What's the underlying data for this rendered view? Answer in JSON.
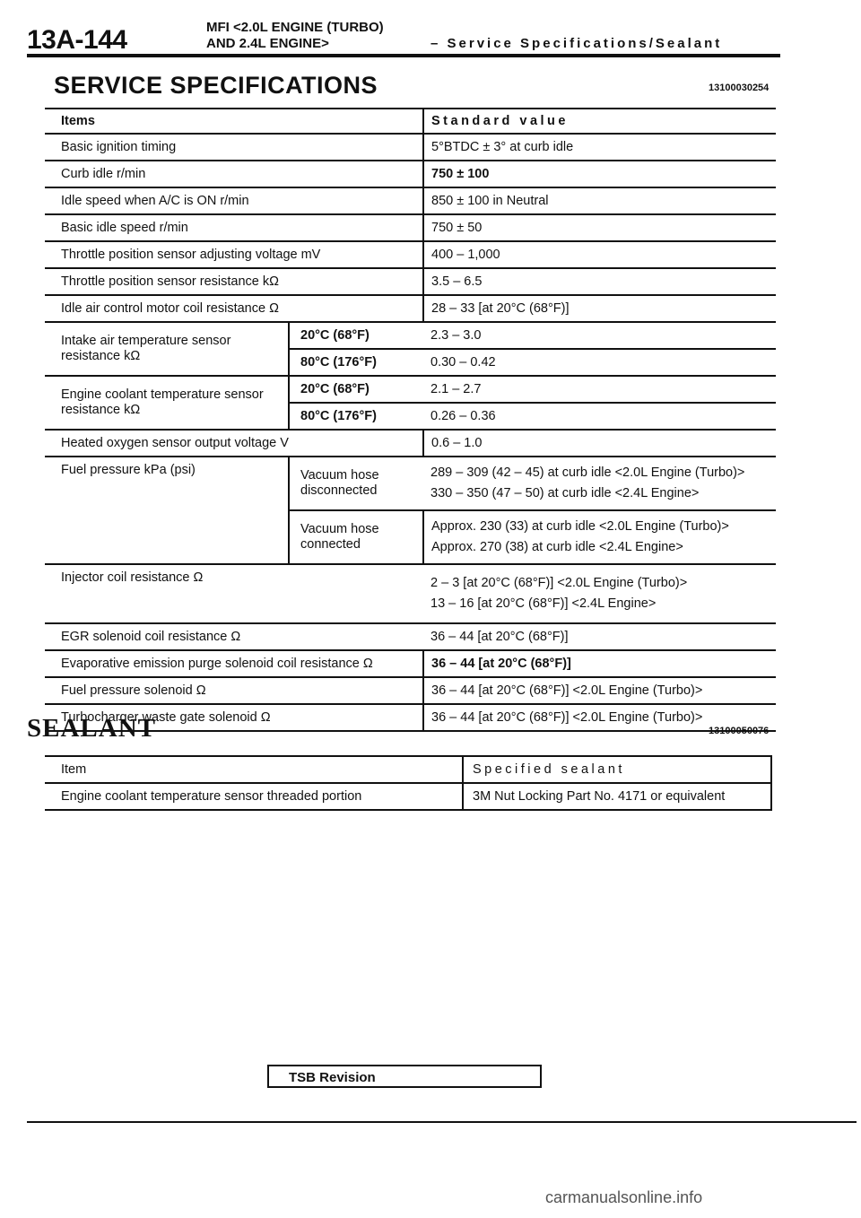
{
  "header": {
    "page_number": "13A-144",
    "line1": "MFI <2.0L ENGINE (TURBO)",
    "line2": "AND 2.4L ENGINE>",
    "section": "– Service Specifications/Sealant"
  },
  "specs": {
    "title": "SERVICE SPECIFICATIONS",
    "code": "13100030254",
    "col_items": "Items",
    "col_value": "Standard value",
    "rows": [
      {
        "item": "Basic ignition timing",
        "value": "5°BTDC ± 3° at curb idle"
      },
      {
        "item": "Curb idle r/min",
        "value": "750 ± 100"
      },
      {
        "item": "Idle speed when A/C is ON r/min",
        "value": "850 ± 100 in Neutral"
      },
      {
        "item": "Basic idle speed r/min",
        "value": "750 ± 50"
      },
      {
        "item": "Throttle position sensor adjusting voltage mV",
        "value": "400 – 1,000"
      },
      {
        "item": "Throttle position sensor resistance kΩ",
        "value": "3.5 – 6.5"
      },
      {
        "item": "Idle air control motor coil resistance Ω",
        "value": "28 – 33 [at 20°C (68°F)]"
      }
    ],
    "intake": {
      "item": "Intake air temperature sensor resistance kΩ",
      "cond1": "20°C (68°F)",
      "val1": "2.3 – 3.0",
      "cond2": "80°C (176°F)",
      "val2": "0.30 – 0.42"
    },
    "coolant": {
      "item": "Engine coolant temperature sensor resistance kΩ",
      "cond1": "20°C (68°F)",
      "val1": "2.1 – 2.7",
      "cond2": "80°C (176°F)",
      "val2": "0.26 – 0.36"
    },
    "oxygen": {
      "item": "Heated oxygen sensor output voltage V",
      "value": "0.6 – 1.0"
    },
    "fuel": {
      "item": "Fuel pressure kPa (psi)",
      "cond1": "Vacuum hose disconnected",
      "val1a": "289 – 309 (42 – 45) at curb idle <2.0L Engine (Turbo)>",
      "val1b": "330 – 350 (47 – 50) at curb idle <2.4L Engine>",
      "cond2": "Vacuum hose connected",
      "val2a": "Approx. 230 (33) at curb idle <2.0L Engine (Turbo)>",
      "val2b": "Approx. 270 (38) at curb idle <2.4L Engine>"
    },
    "injector": {
      "item": "Injector coil resistance Ω",
      "val_a": "2 – 3 [at 20°C (68°F)] <2.0L Engine (Turbo)>",
      "val_b": "13 – 16 [at 20°C (68°F)] <2.4L Engine>"
    },
    "rows2": [
      {
        "item": "EGR solenoid coil resistance Ω",
        "value": "36 – 44 [at 20°C (68°F)]"
      },
      {
        "item": "Evaporative emission purge solenoid coil resistance Ω",
        "value": "36 – 44 [at 20°C (68°F)]"
      },
      {
        "item": "Fuel pressure solenoid Ω",
        "value": "36 – 44 [at 20°C (68°F)] <2.0L Engine (Turbo)>"
      },
      {
        "item": "Turbocharger waste gate solenoid Ω",
        "value": "36 – 44 [at 20°C (68°F)] <2.0L Engine (Turbo)>"
      }
    ]
  },
  "sealant": {
    "title": "SEALANT",
    "code": "13100050076",
    "col_item": "Item",
    "col_value": "Specified sealant",
    "row_item": "Engine coolant temperature sensor threaded portion",
    "row_value": "3M Nut Locking Part No. 4171 or equivalent"
  },
  "footer": {
    "tsb": "TSB Revision",
    "watermark": "carmanualsonline.info"
  }
}
